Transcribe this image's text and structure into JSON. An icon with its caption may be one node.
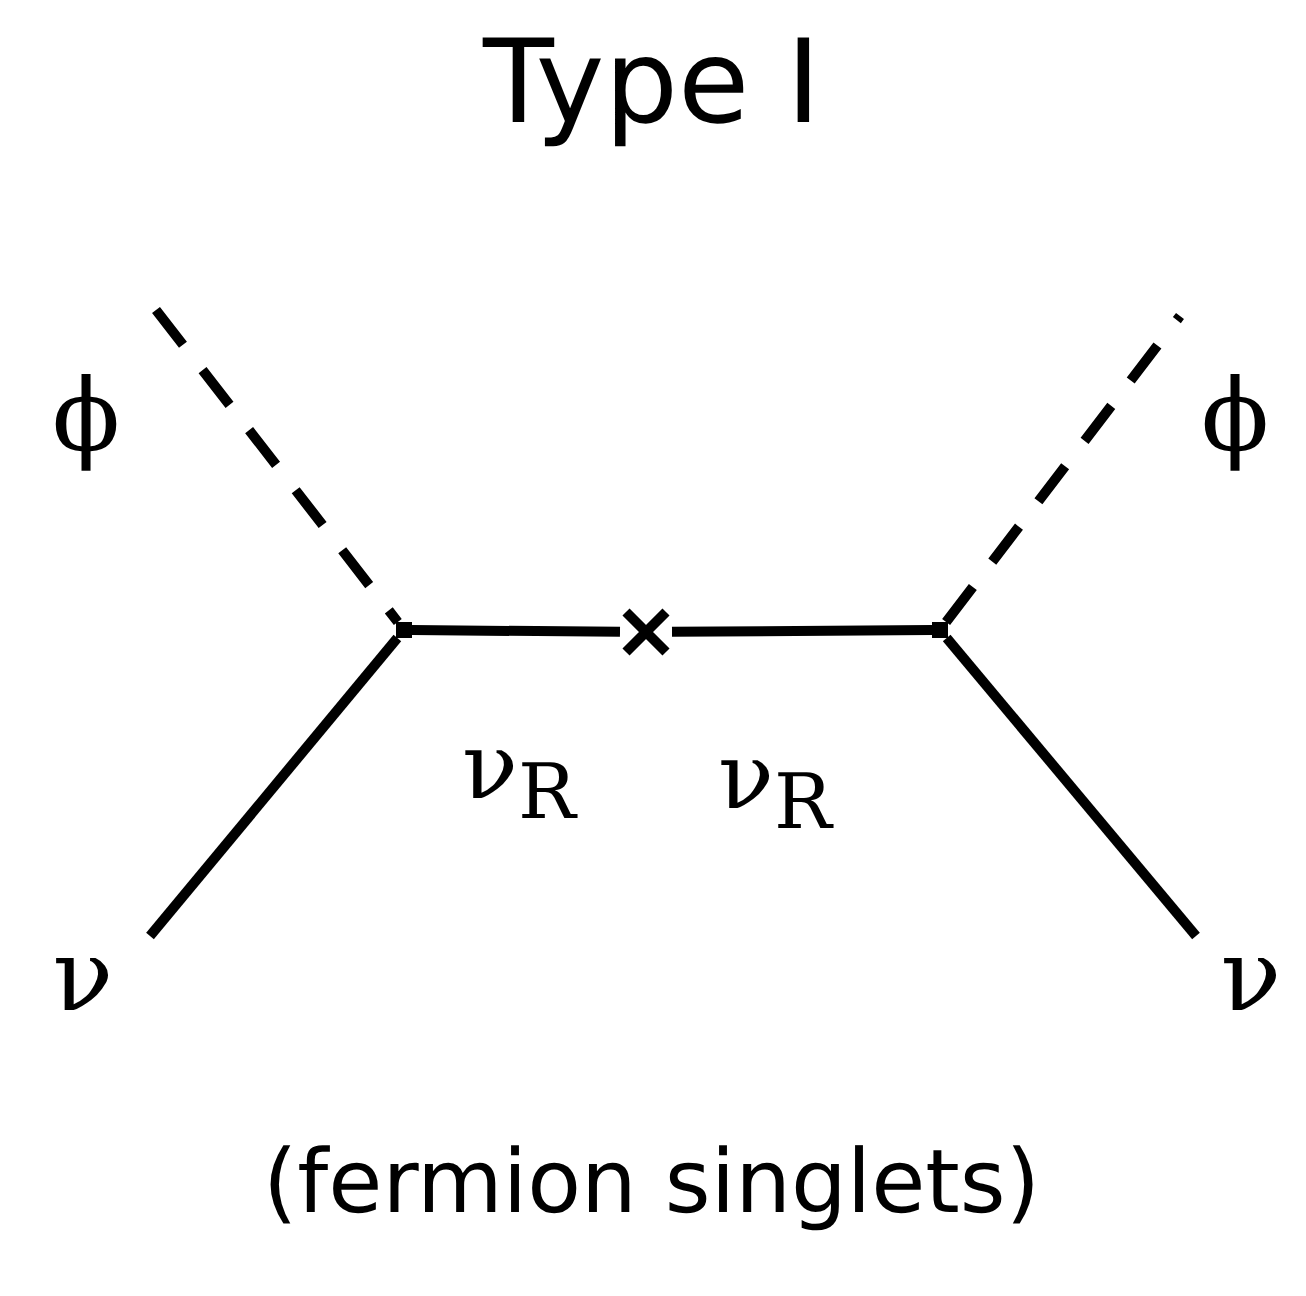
{
  "diagram": {
    "title": "Type I",
    "caption": "(fermion singlets)",
    "nodes": [
      {
        "text": [
          "ϕ"
        ]
      },
      {
        "text": [
          "ϕ"
        ]
      },
      {
        "text": [],
        "shape": "point"
      },
      {
        "text": [],
        "shape": "cross"
      },
      {
        "text": [],
        "shape": "point"
      },
      {
        "text": [
          "ν"
        ]
      },
      {
        "text": [
          "ν"
        ]
      }
    ],
    "edges": [
      {
        "from": 0,
        "to": 2,
        "arrow": "none",
        "style": "dashed"
      },
      {
        "from": 5,
        "to": 2,
        "arrow": "none"
      },
      {
        "from": 2,
        "to": 3,
        "arrow": "none",
        "label": "ν$_{R}$"
      },
      {
        "from": 3,
        "to": 4,
        "arrow": "none",
        "label": "ν$_{R}$"
      },
      {
        "from": 4,
        "to": 1,
        "arrow": "none",
        "style": "dashed"
      },
      {
        "from": 4,
        "to": 6,
        "arrow": "none"
      }
    ]
  }
}
